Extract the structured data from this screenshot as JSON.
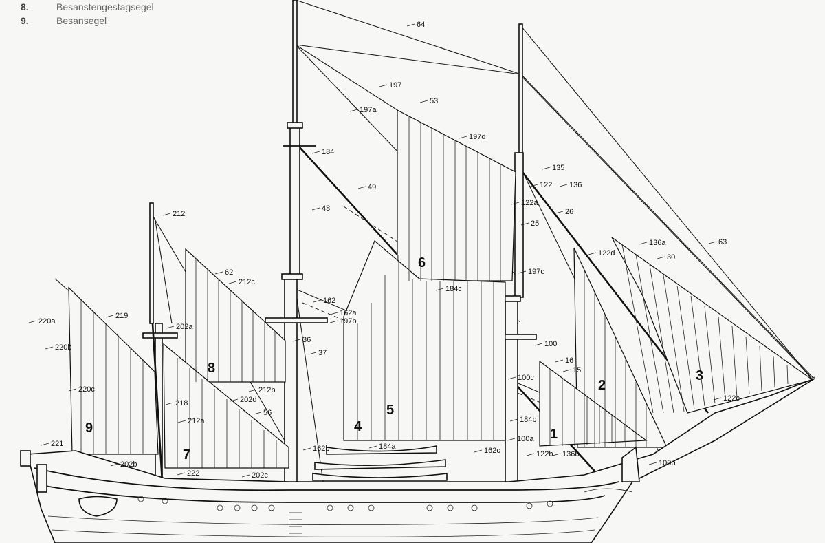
{
  "legend": [
    {
      "num": "8.",
      "text": "Besanstengestagsegel"
    },
    {
      "num": "9.",
      "text": "Besansegel"
    }
  ],
  "sail_numbers": [
    "1",
    "2",
    "3",
    "4",
    "5",
    "6",
    "7",
    "8",
    "9"
  ],
  "callouts": [
    "64",
    "197",
    "197a",
    "53",
    "197d",
    "184",
    "135",
    "122",
    "136",
    "122a",
    "26",
    "25",
    "49",
    "48",
    "212",
    "6",
    "122d",
    "136a",
    "63",
    "30",
    "62",
    "212c",
    "197c",
    "184c",
    "162",
    "162a",
    "197b",
    "220a",
    "219",
    "202a",
    "36",
    "37",
    "100",
    "16",
    "100c",
    "15",
    "220b",
    "8",
    "212b",
    "2",
    "3",
    "220c",
    "202d",
    "218",
    "5",
    "4",
    "56",
    "212a",
    "184b",
    "122c",
    "9",
    "1",
    "100a",
    "221",
    "7",
    "162b",
    "184a",
    "162c",
    "122b",
    "136b",
    "202b",
    "222",
    "202c",
    "100b"
  ]
}
